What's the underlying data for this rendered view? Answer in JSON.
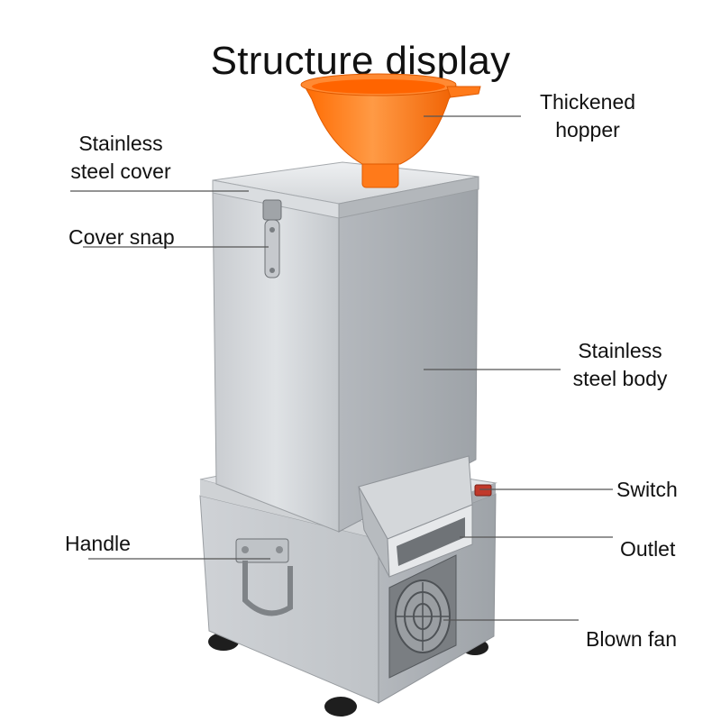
{
  "title": "Structure display",
  "labels": {
    "thickened_hopper": [
      "Thickened",
      "hopper"
    ],
    "stainless_steel_cover": [
      "Stainless",
      "steel cover"
    ],
    "cover_snap": "Cover snap",
    "stainless_steel_body": [
      "Stainless",
      "steel body"
    ],
    "switch": "Switch",
    "handle": "Handle",
    "outlet": "Outlet",
    "blown_fan": "Blown fan"
  },
  "colors": {
    "hopper": "#ff7a1a",
    "steel_light": "#d9dcdf",
    "steel_mid": "#b8bcc0",
    "steel_dark": "#8d9296",
    "leader_line": "#555555"
  }
}
